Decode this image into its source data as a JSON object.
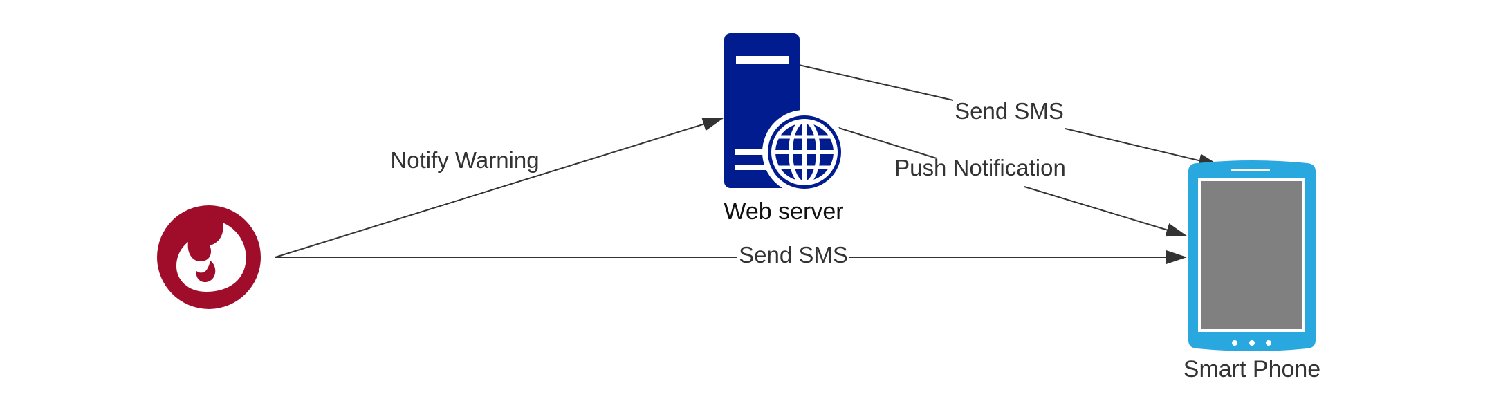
{
  "nodes": {
    "fire_alarm": {
      "icon": "fire-icon",
      "color": "#A00D2B"
    },
    "web_server": {
      "label": "Web server",
      "icon": "web-server-icon",
      "color": "#001C8E"
    },
    "smart_phone": {
      "label": "Smart Phone",
      "icon": "smartphone-icon",
      "color": "#29A8E0",
      "screen_color": "#808080"
    }
  },
  "edges": {
    "notify_warning": {
      "label": "Notify Warning",
      "from": "fire_alarm",
      "to": "web_server"
    },
    "send_sms_server": {
      "label": "Send SMS",
      "from": "web_server",
      "to": "smart_phone"
    },
    "push_notification": {
      "label": "Push Notification",
      "from": "web_server",
      "to": "smart_phone"
    },
    "send_sms_direct": {
      "label": "Send SMS",
      "from": "fire_alarm",
      "to": "smart_phone"
    }
  },
  "colors": {
    "edge": "#333333",
    "label_text": "#333333",
    "background": "#FFFFFF"
  }
}
